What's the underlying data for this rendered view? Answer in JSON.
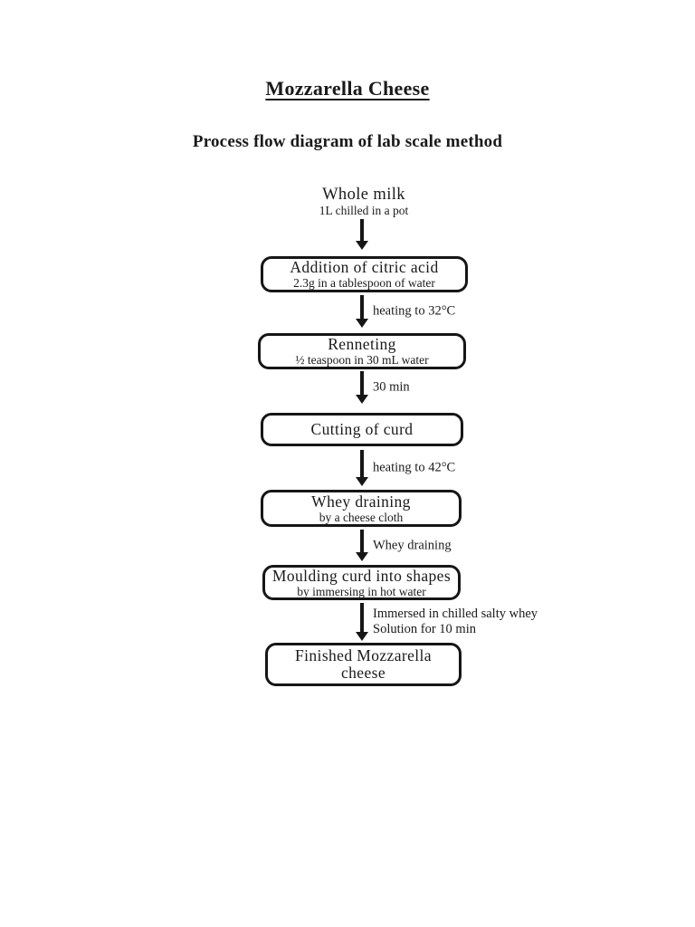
{
  "page": {
    "title": "Mozzarella Cheese",
    "subtitle": "Process flow diagram of lab scale method"
  },
  "flow": {
    "start": {
      "title": "Whole milk",
      "subtitle": "1L chilled in a pot"
    },
    "arrows": [
      {
        "label": ""
      },
      {
        "label": "heating to 32°C"
      },
      {
        "label": "30 min"
      },
      {
        "label": "heating to 42°C"
      },
      {
        "label": "Whey draining"
      },
      {
        "label_line1": "Immersed in chilled salty whey",
        "label_line2": "Solution for 10 min"
      }
    ],
    "boxes": [
      {
        "title": "Addition of citric acid",
        "subtitle": "2.3g in a tablespoon of water"
      },
      {
        "title": "Renneting",
        "subtitle": "½ teaspoon in 30 mL water"
      },
      {
        "title": "Cutting of curd"
      },
      {
        "title": "Whey draining",
        "subtitle": "by a cheese cloth"
      },
      {
        "title": "Moulding curd into shapes",
        "subtitle": "by immersing in hot water"
      },
      {
        "title_line1": "Finished Mozzarella",
        "title_line2": "cheese"
      }
    ]
  },
  "colors": {
    "ink": "#161616",
    "background": "#ffffff"
  }
}
